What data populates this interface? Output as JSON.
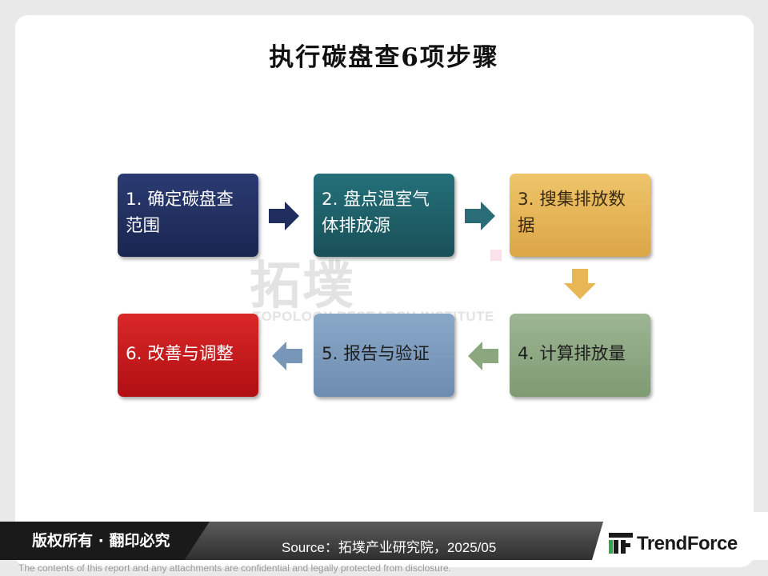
{
  "title": "执行碳盘查6项步骤",
  "watermark": {
    "main": "拓墣",
    "sub": "TOPOLOGY RESEARCH INSTITUTE"
  },
  "steps": [
    {
      "label_line1": "1.  确定碳盘查",
      "label_line2": "范围",
      "color": "#1f2e5e"
    },
    {
      "label_line1": "2.  盘点温室气",
      "label_line2": "体排放源",
      "color": "#1e5a63"
    },
    {
      "label_line1": "3.  搜集排放数",
      "label_line2": "据",
      "color": "#e3b153"
    },
    {
      "label": "4. 计算排放量",
      "color": "#8ba77e"
    },
    {
      "label": "5. 报告与验证",
      "color": "#7896b8"
    },
    {
      "label": "6. 改善与调整",
      "color": "#c0181b"
    }
  ],
  "arrow_colors": {
    "arrow_1_2": "#1f2e5e",
    "arrow_2_3": "#1e5a63",
    "arrow_3_4": "#e3b153",
    "arrow_4_5": "#8ba77e",
    "arrow_5_6": "#7896b8"
  },
  "footer": {
    "rights": "版权所有 · 翻印必究",
    "source": "Source：拓墣产业研究院，2025/05",
    "logo": "TrendForce",
    "disclaimer": "The contents of this report and any attachments are confidential and legally protected from disclosure."
  },
  "icons": {
    "logo_mark": "trendforce-logo-icon"
  }
}
